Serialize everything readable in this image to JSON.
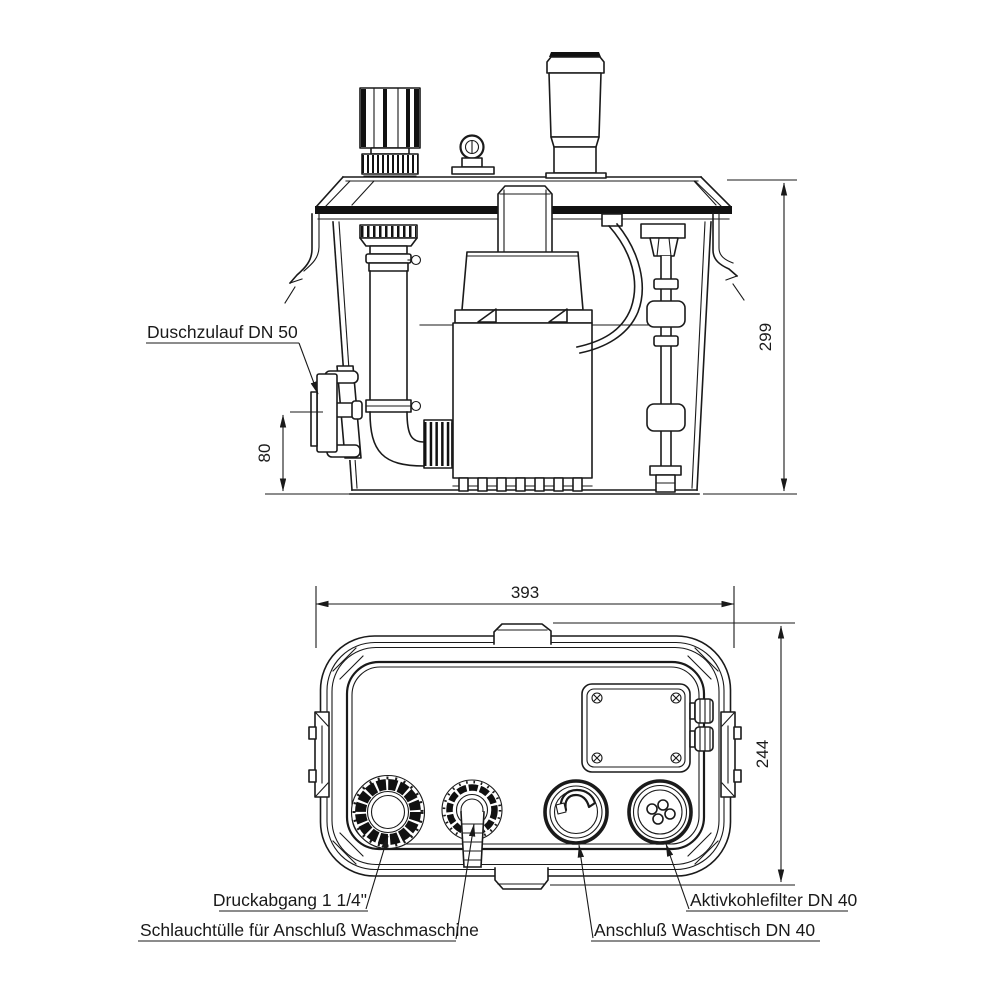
{
  "side_view": {
    "inlet_label": "Duschzulauf DN 50",
    "height_dim": "299",
    "inlet_height_dim": "80"
  },
  "plan_view": {
    "width_dim": "393",
    "depth_dim": "244",
    "pressure_outlet_label": "Druckabgang 1 1/4\"",
    "hose_label": "Schlauchtülle für Anschluß Waschmaschine",
    "carbon_filter_label": "Aktivkohlefilter DN 40",
    "basin_label": "Anschluß Waschtisch DN 40"
  },
  "colors": {
    "line": "#1a1a1a",
    "background": "#ffffff"
  }
}
